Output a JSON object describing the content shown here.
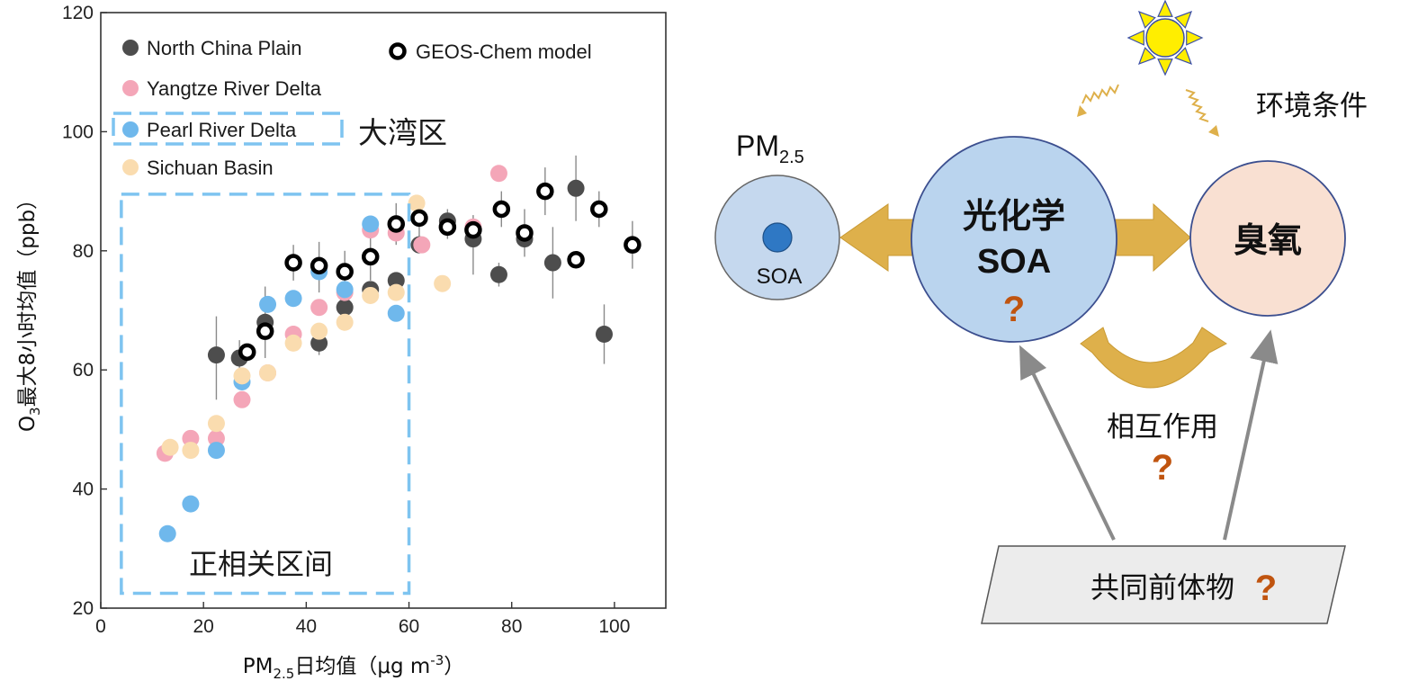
{
  "chart_data": {
    "type": "scatter",
    "xlabel": {
      "main": "PM",
      "sub": "2.5",
      "rest": "日均值（μg m",
      "sup": "-3",
      "end": "）"
    },
    "ylabel": {
      "main": "O",
      "sub": "3",
      "rest": "最大8小时均值（ppb）"
    },
    "xlim": [
      0,
      110
    ],
    "ylim": [
      20,
      120
    ],
    "xticks": [
      0,
      20,
      40,
      60,
      80,
      100
    ],
    "yticks": [
      20,
      40,
      60,
      80,
      100,
      120
    ],
    "legend_position": "top-left",
    "series": [
      {
        "name": "North China Plain",
        "color": "#4d4d4d",
        "marker": "filled",
        "points": [
          [
            22.5,
            62.5
          ],
          [
            27,
            62
          ],
          [
            32,
            68
          ],
          [
            42.5,
            64.5
          ],
          [
            47.5,
            70.5
          ],
          [
            52.5,
            73.5
          ],
          [
            57.5,
            75
          ],
          [
            62,
            81
          ],
          [
            67.5,
            85
          ],
          [
            72.5,
            82
          ],
          [
            77.5,
            76
          ],
          [
            82.5,
            82
          ],
          [
            88,
            78
          ],
          [
            92.5,
            90.5
          ],
          [
            98,
            66
          ]
        ]
      },
      {
        "name": "Yangtze River Delta",
        "color": "#f4a6b8",
        "marker": "filled",
        "points": [
          [
            12.5,
            46
          ],
          [
            17.5,
            48.5
          ],
          [
            22.5,
            48.5
          ],
          [
            27.5,
            55
          ],
          [
            32.5,
            59.5
          ],
          [
            37.5,
            66
          ],
          [
            42.5,
            70.5
          ],
          [
            47.5,
            73
          ],
          [
            52.5,
            83.5
          ],
          [
            57.5,
            83
          ],
          [
            62.5,
            81
          ],
          [
            67.5,
            84
          ],
          [
            72.5,
            84
          ],
          [
            77.5,
            93
          ]
        ]
      },
      {
        "name": "Pearl River Delta",
        "color": "#6fb8ec",
        "marker": "filled",
        "points": [
          [
            13,
            32.5
          ],
          [
            17.5,
            37.5
          ],
          [
            22.5,
            46.5
          ],
          [
            27.5,
            58
          ],
          [
            32.5,
            71
          ],
          [
            37.5,
            72
          ],
          [
            42.5,
            76.5
          ],
          [
            47.5,
            73.5
          ],
          [
            52.5,
            84.5
          ],
          [
            57.5,
            69.5
          ]
        ]
      },
      {
        "name": "Sichuan Basin",
        "color": "#fadcaf",
        "marker": "filled",
        "points": [
          [
            13.5,
            47
          ],
          [
            17.5,
            46.5
          ],
          [
            22.5,
            51
          ],
          [
            27.5,
            59
          ],
          [
            32.5,
            59.5
          ],
          [
            37.5,
            64.5
          ],
          [
            42.5,
            66.5
          ],
          [
            47.5,
            68
          ],
          [
            52.5,
            72.5
          ],
          [
            57.5,
            73
          ],
          [
            61.5,
            88
          ],
          [
            66.5,
            74.5
          ]
        ]
      },
      {
        "name": "GEOS-Chem model",
        "color": "#000000",
        "marker": "open",
        "points": [
          [
            28.5,
            63
          ],
          [
            32,
            66.5
          ],
          [
            37.5,
            78
          ],
          [
            42.5,
            77.5
          ],
          [
            47.5,
            76.5
          ],
          [
            52.5,
            79
          ],
          [
            57.5,
            84.5
          ],
          [
            62,
            85.5
          ],
          [
            67.5,
            84
          ],
          [
            72.5,
            83.5
          ],
          [
            78,
            87
          ],
          [
            82.5,
            83
          ],
          [
            86.5,
            90
          ],
          [
            92.5,
            78.5
          ],
          [
            97,
            87
          ],
          [
            103.5,
            81
          ]
        ]
      }
    ],
    "error_bars": [
      {
        "x": 22.5,
        "lo": 55,
        "hi": 69
      },
      {
        "x": 27,
        "lo": 59,
        "hi": 65
      },
      {
        "x": 32,
        "lo": 62,
        "hi": 74
      },
      {
        "x": 37.5,
        "lo": 75,
        "hi": 81
      },
      {
        "x": 42.5,
        "lo": 73,
        "hi": 81.5
      },
      {
        "x": 42.5,
        "lo": 62.5,
        "hi": 67
      },
      {
        "x": 47.5,
        "lo": 73,
        "hi": 80
      },
      {
        "x": 52.5,
        "lo": 75,
        "hi": 83
      },
      {
        "x": 57.5,
        "lo": 81,
        "hi": 88
      },
      {
        "x": 62,
        "lo": 81,
        "hi": 89
      },
      {
        "x": 67.5,
        "lo": 82,
        "hi": 87
      },
      {
        "x": 72.5,
        "lo": 76,
        "hi": 86
      },
      {
        "x": 77.5,
        "lo": 74,
        "hi": 78
      },
      {
        "x": 78,
        "lo": 84,
        "hi": 90
      },
      {
        "x": 82.5,
        "lo": 79,
        "hi": 87
      },
      {
        "x": 86.5,
        "lo": 86,
        "hi": 94
      },
      {
        "x": 88,
        "lo": 72,
        "hi": 84
      },
      {
        "x": 92.5,
        "lo": 85,
        "hi": 96
      },
      {
        "x": 97,
        "lo": 84,
        "hi": 90
      },
      {
        "x": 98,
        "lo": 61,
        "hi": 71
      },
      {
        "x": 103.5,
        "lo": 77,
        "hi": 85
      }
    ],
    "annotations": {
      "bay_area_label": "大湾区",
      "positive_region_label": "正相关区间",
      "positive_region_x": [
        4,
        60
      ],
      "positive_region_y": [
        22.5,
        89.5
      ]
    }
  },
  "diagram": {
    "pm_label": {
      "main": "PM",
      "sub": "2.5"
    },
    "soa_small_label": "SOA",
    "center_line1": "光化学",
    "center_line2": "SOA",
    "question_mark": "?",
    "ozone_label": "臭氧",
    "environment_label": "环境条件",
    "interaction_label": "相互作用",
    "precursor_label": "共同前体物",
    "colors": {
      "pm_circle": "#c5d8ee",
      "soa_dot": "#2f78c4",
      "center_circle": "#bad4ee",
      "ozone_circle": "#f9e0d2",
      "arrow": "#deb04b",
      "question": "#c0540f",
      "sun": "#ffee00",
      "gray_arrow": "#8a8a8a",
      "precursor_box": "#ececec"
    }
  }
}
